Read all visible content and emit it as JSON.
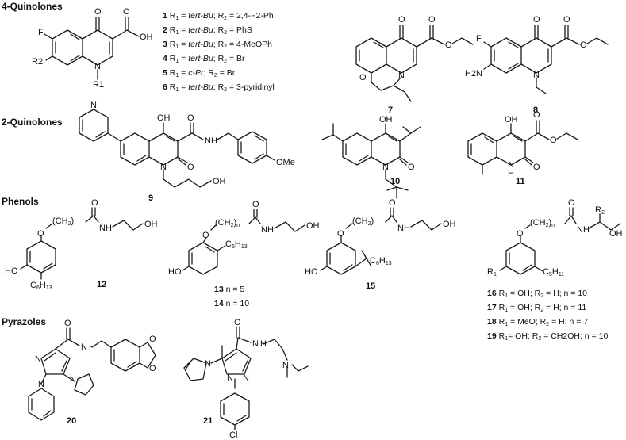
{
  "sections": {
    "quinolones4": "4-Quinolones",
    "quinolones2": "2-Quinolones",
    "phenols": "Phenols",
    "pyrazoles": "Pyrazoles"
  },
  "compounds": {
    "c1": "1",
    "c2": "2",
    "c3": "3",
    "c4": "4",
    "c5": "5",
    "c6": "6",
    "c7": "7",
    "c8": "8",
    "c9": "9",
    "c10": "10",
    "c11": "11",
    "c12": "12",
    "c13": "13",
    "c14": "14",
    "c15": "15",
    "c16": "16",
    "c17": "17",
    "c18": "18",
    "c19": "19",
    "c20": "20",
    "c21": "21"
  },
  "quinolone_table": [
    {
      "num": "1",
      "r1": "tert-Bu",
      "r2": "2,4-F2-Ph"
    },
    {
      "num": "2",
      "r1": "tert-Bu",
      "r2": "PhS"
    },
    {
      "num": "3",
      "r1": "tert-Bu",
      "r2": "4-MeOPh"
    },
    {
      "num": "4",
      "r1": "tert-Bu",
      "r2": "Br"
    },
    {
      "num": "5",
      "r1": "c-Pr",
      "r2": "Br"
    },
    {
      "num": "6",
      "r1": "tert-Bu",
      "r2": "3-pyridinyl"
    }
  ],
  "phenol_n": {
    "c13": "n = 5",
    "c14": "n = 10"
  },
  "phenol_table": [
    {
      "num": "16",
      "r1": "OH",
      "r2": "H",
      "n": "10"
    },
    {
      "num": "17",
      "r1": "OH",
      "r2": "H",
      "n": "11"
    },
    {
      "num": "18",
      "r1": "MeO",
      "r2": "H",
      "n": "7"
    },
    {
      "num": "19",
      "r1": "OH",
      "r2": "CH2OH",
      "n": "10"
    }
  ],
  "atoms": {
    "O": "O",
    "OH": "OH",
    "HO": "HO",
    "F": "F",
    "N": "N",
    "NH": "NH",
    "H": "H",
    "Cl": "Cl",
    "OMe": "OMe",
    "H2N": "H2N",
    "R1": "R1",
    "R2": "R2",
    "C6H13": "C6H13",
    "C5H11": "C5H11",
    "CH2n": "(CH2)n",
    "CH2": "(CH2)"
  }
}
